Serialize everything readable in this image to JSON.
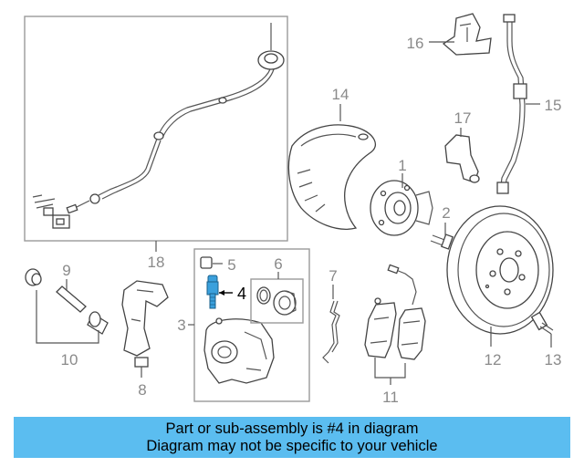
{
  "callouts": {
    "c1": "1",
    "c2": "2",
    "c3": "3",
    "c4": "4",
    "c5": "5",
    "c6": "6",
    "c7": "7",
    "c8": "8",
    "c9": "9",
    "c10": "10",
    "c11": "11",
    "c12": "12",
    "c13": "13",
    "c14": "14",
    "c15": "15",
    "c16": "16",
    "c17": "17",
    "c18": "18"
  },
  "highlight": {
    "part_number": "4",
    "color": "#3aa0dc"
  },
  "banner": {
    "line1": "Part or sub-assembly is #4 in diagram",
    "line2": "Diagram may not be specific to your vehicle",
    "background": "#5bbdf0"
  }
}
